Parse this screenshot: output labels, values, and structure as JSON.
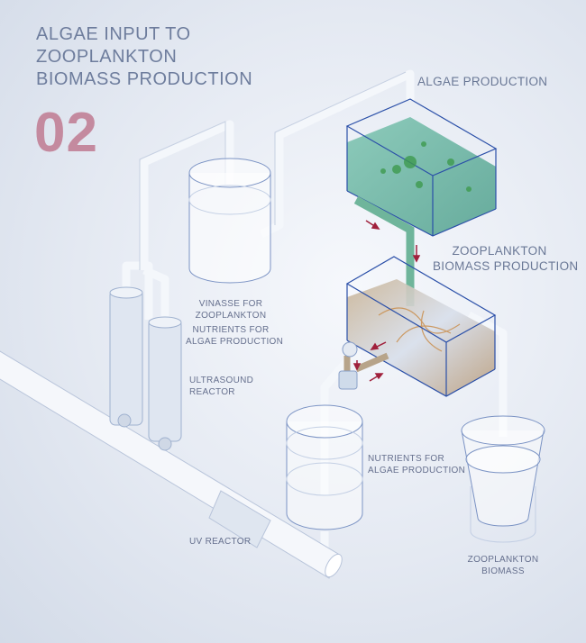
{
  "title": {
    "lines": [
      "ALGAE INPUT TO",
      "ZOOPLANKTON",
      "BIOMASS PRODUCTION"
    ],
    "number": "02"
  },
  "labels": {
    "algae_production": "ALGAE PRODUCTION",
    "zooplankton_production": [
      "ZOOPLANKTON",
      "BIOMASS PRODUCTION"
    ],
    "vinasse": [
      "VINASSE FOR",
      "ZOOPLANKTON"
    ],
    "nutrients_upper": [
      "NUTRIENTS FOR",
      "ALGAE PRODUCTION"
    ],
    "ultrasound": [
      "ULTRASOUND",
      "REACTOR"
    ],
    "nutrients_lower": [
      "NUTRIENTS FOR",
      "ALGAE PRODUCTION"
    ],
    "uv_reactor": "UV REACTOR",
    "zooplankton_biomass": [
      "ZOOPLANKTON",
      "BIOMASS"
    ]
  },
  "colors": {
    "title": "#6e7d9d",
    "number": "#c48a9f",
    "tank_outline": "#2a4fa8",
    "algae_water": "#5fb3a0",
    "zoo_water": "#b89a78",
    "arrow": "#a0203c"
  }
}
